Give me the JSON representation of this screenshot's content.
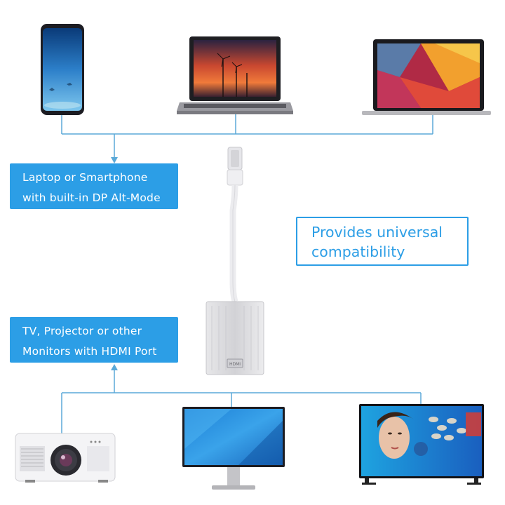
{
  "top_label": {
    "line1": "Laptop or Smartphone",
    "line2": "with built-in DP Alt-Mode"
  },
  "bottom_label": {
    "line1": "TV, Projector or other",
    "line2": "Monitors with HDMI Port"
  },
  "feature_label": {
    "line1": "Provides universal",
    "line2": "compatibility"
  },
  "adapter": {
    "port_label": "HDMI"
  },
  "colors": {
    "accent": "#2c9ee6",
    "line": "#5aa9d8"
  },
  "devices": {
    "top": [
      "smartphone-icon",
      "laptop-icon",
      "macbook-icon"
    ],
    "bottom": [
      "projector-icon",
      "monitor-icon",
      "tv-icon"
    ]
  }
}
